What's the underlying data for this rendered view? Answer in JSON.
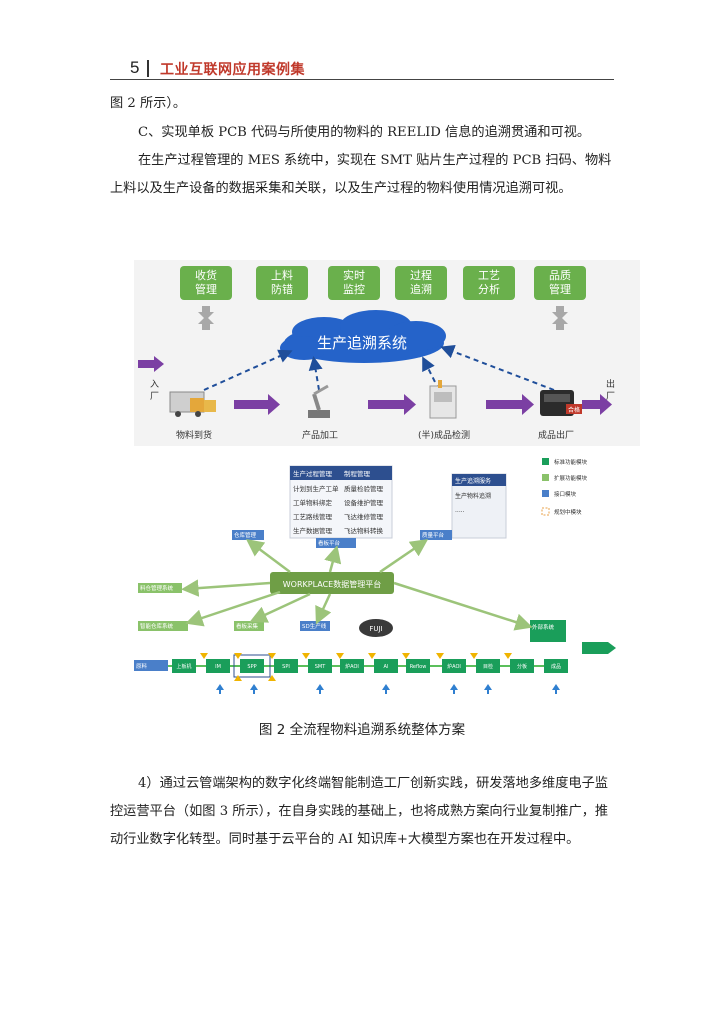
{
  "header": {
    "page_number": "5",
    "title": "工业互联网应用案例集"
  },
  "paragraphs": {
    "p1": "图 2 所示）。",
    "p2": "C、实现单板 PCB 代码与所使用的物料的 REELID 信息的追溯贯通和可视。",
    "p3": "在生产过程管理的 MES 系统中，实现在 SMT 贴片生产过程的 PCB 扫码、物料上料以及生产设备的数据采集和关联，以及生产过程的物料使用情况追溯可视。",
    "p4": "4）通过云管端架构的数字化终端智能制造工厂创新实践，研发落地多维度电子监控运营平台（如图 3 所示），在自身实践的基础上，也将成熟方案向行业复制推广，推动行业数字化转型。同时基于云平台的 AI 知识库+大模型方案也在开发过程中。"
  },
  "figure_top": {
    "modules": [
      "收货管理",
      "上料防错",
      "实时监控",
      "过程追溯",
      "工艺分析",
      "品质管理"
    ],
    "center_label": "生产追溯系统",
    "entry_label": "入厂",
    "exit_label": "出厂",
    "stages": [
      "物料到货",
      "产品加工",
      "(半)成品检测",
      "成品出厂"
    ],
    "stamp": "合格"
  },
  "figure_bottom": {
    "table_headers": [
      "生产过程管理",
      "制程管理"
    ],
    "table_rows": [
      [
        "计划到生产工单",
        "质量检验管理"
      ],
      [
        "工单物料绑定",
        "设备维护管理"
      ],
      [
        "工艺路线管理",
        "飞达维修管理"
      ],
      [
        "生产数据管理",
        "飞达物料转换"
      ]
    ],
    "trace_box_title": "生产追溯服务",
    "trace_box_row": "生产物料追溯",
    "trace_box_dots": ".....",
    "legend": [
      "标准功能模块",
      "扩展功能模块",
      "接口模块",
      "规划中模块"
    ],
    "platform": "WORKPLACE数据管理平台",
    "fuji": "FUJI",
    "side_boxes": [
      "仓库管理",
      "看板平台",
      "质量平台",
      "料仓管理系统",
      "智能仓库系统",
      "看板采集",
      "SD生产线",
      "外部系统"
    ],
    "line": [
      "上板机",
      "IM",
      "SPP",
      "SPI",
      "SMT",
      "炉AOI",
      "AI",
      "Reflow",
      "炉AOI",
      "目检",
      "分板",
      "成品"
    ]
  },
  "caption": "图 2  全流程物料追溯系统整体方案"
}
